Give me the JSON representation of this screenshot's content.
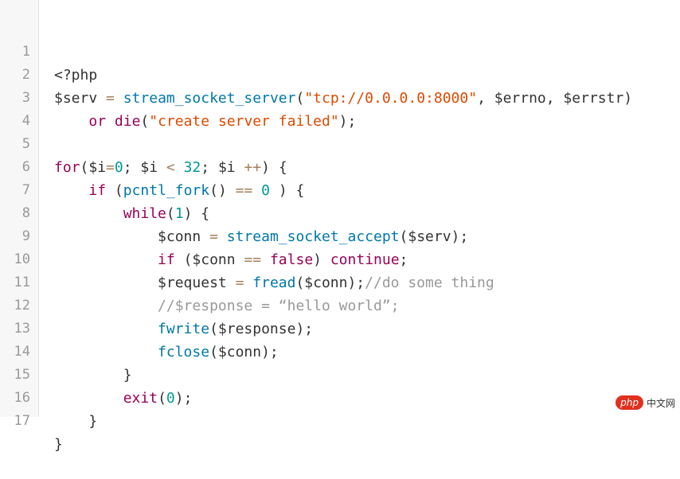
{
  "line_numbers": [
    "1",
    "2",
    "3",
    "4",
    "5",
    "6",
    "7",
    "8",
    "9",
    "10",
    "11",
    "12",
    "13",
    "14",
    "15",
    "16",
    "17"
  ],
  "code": {
    "l1": {
      "t1": "<?php"
    },
    "l2": {
      "t1": "$serv ",
      "t2": "=",
      "t3": " ",
      "t4": "stream_socket_server",
      "t5": "(",
      "t6": "\"tcp://0.0.0.0:8000\"",
      "t7": ", $errno, $errstr)"
    },
    "l3": {
      "t1": "    ",
      "t2": "or",
      "t3": " ",
      "t4": "die",
      "t5": "(",
      "t6": "\"create server failed\"",
      "t7": ");"
    },
    "l5": {
      "t1": "for",
      "t2": "($i",
      "t3": "=",
      "t4": "0",
      "t5": "; $i ",
      "t6": "<",
      "t7": " ",
      "t8": "32",
      "t9": "; $i ",
      "t10": "++",
      "t11": ") {"
    },
    "l6": {
      "t1": "    ",
      "t2": "if",
      "t3": " (",
      "t4": "pcntl_fork",
      "t5": "() ",
      "t6": "==",
      "t7": " ",
      "t8": "0",
      "t9": " ) {"
    },
    "l7": {
      "t1": "        ",
      "t2": "while",
      "t3": "(",
      "t4": "1",
      "t5": ") {"
    },
    "l8": {
      "t1": "            $conn ",
      "t2": "=",
      "t3": " ",
      "t4": "stream_socket_accept",
      "t5": "($serv);"
    },
    "l9": {
      "t1": "            ",
      "t2": "if",
      "t3": " ($conn ",
      "t4": "==",
      "t5": " ",
      "t6": "false",
      "t7": ") ",
      "t8": "continue",
      "t9": ";"
    },
    "l10": {
      "t1": "            $request ",
      "t2": "=",
      "t3": " ",
      "t4": "fread",
      "t5": "($conn);",
      "t6": "//do some thing"
    },
    "l11": {
      "t1": "            ",
      "t2": "//$response = “hello world”;"
    },
    "l12": {
      "t1": "            ",
      "t2": "fwrite",
      "t3": "($response);"
    },
    "l13": {
      "t1": "            ",
      "t2": "fclose",
      "t3": "($conn);"
    },
    "l14": {
      "t1": "        }"
    },
    "l15": {
      "t1": "        ",
      "t2": "exit",
      "t3": "(",
      "t4": "0",
      "t5": ");"
    },
    "l16": {
      "t1": "    }"
    },
    "l17": {
      "t1": "}"
    }
  },
  "watermark": {
    "logo": "php",
    "text": "中文网"
  }
}
